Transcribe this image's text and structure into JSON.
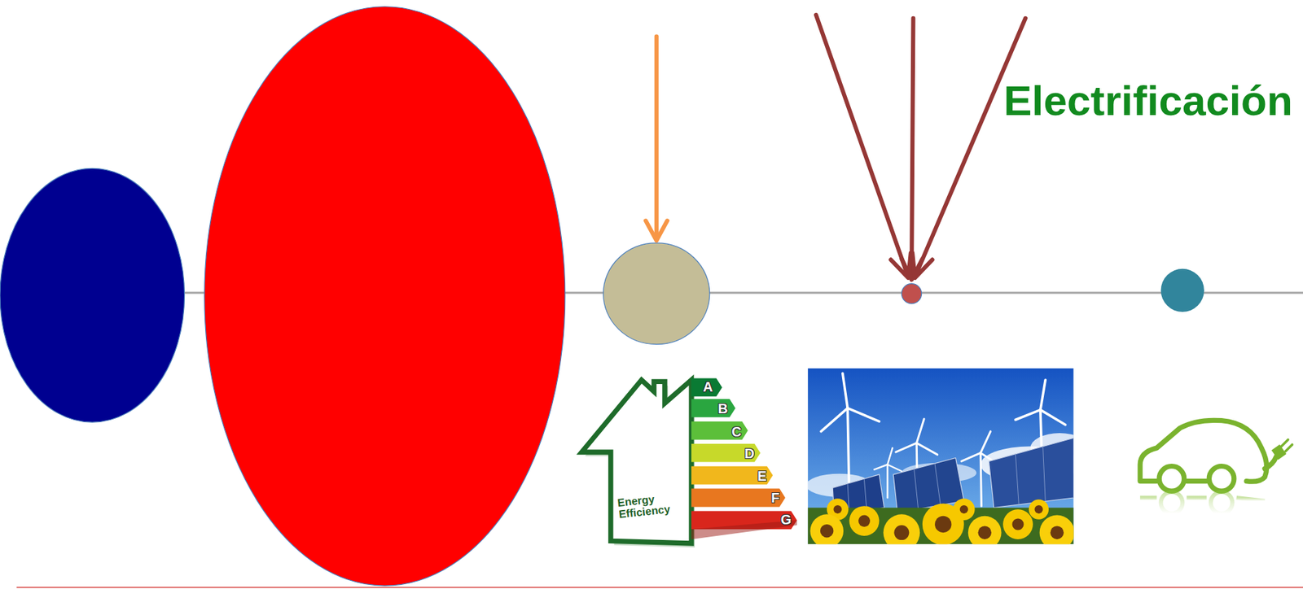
{
  "diagram": {
    "labels": [
      "Electrificación",
      "Energy Efficiency",
      "A",
      "B",
      "C",
      "D",
      "E",
      "F",
      "G"
    ]
  }
}
